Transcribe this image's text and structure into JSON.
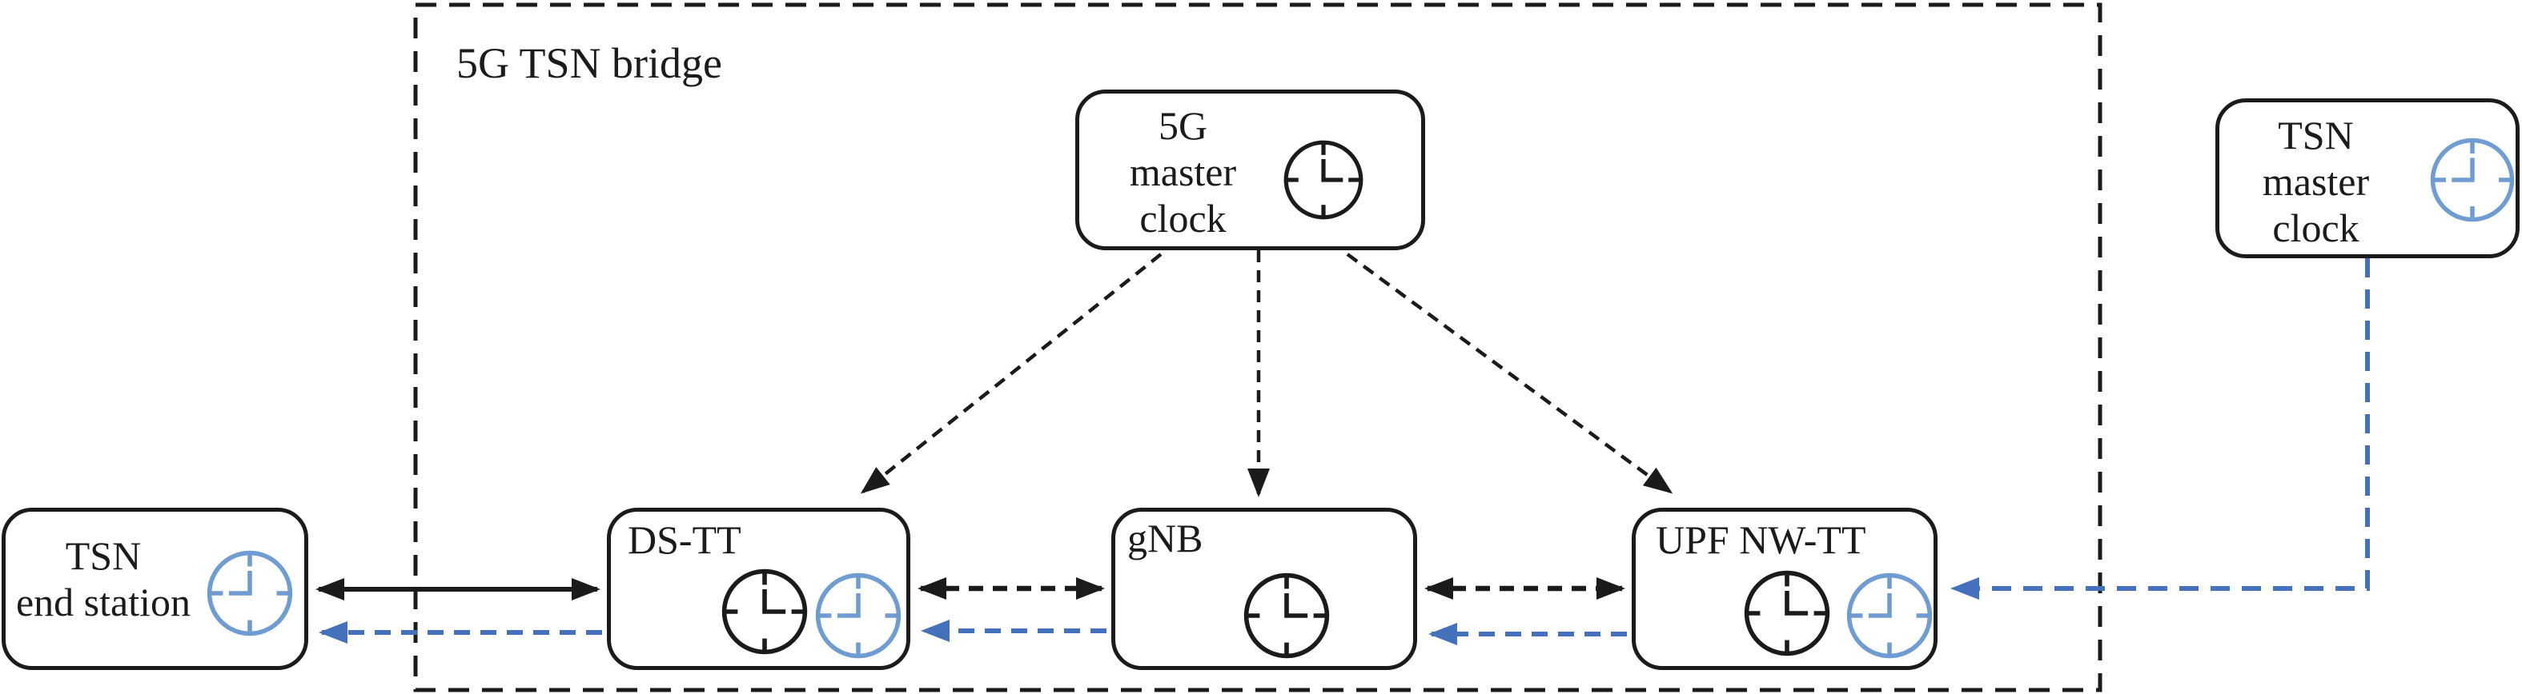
{
  "bridge": {
    "label": "5G TSN bridge"
  },
  "nodes": {
    "five_g_master_clock": {
      "label": "5G\nmaster\nclock",
      "clocks": [
        "black"
      ]
    },
    "tsn_master_clock": {
      "label": "TSN\nmaster\nclock",
      "clocks": [
        "blue"
      ]
    },
    "tsn_end_station": {
      "label": "TSN\nend station",
      "clocks": [
        "blue"
      ]
    },
    "ds_tt": {
      "label": "DS-TT",
      "clocks": [
        "black",
        "blue"
      ]
    },
    "gnb": {
      "label": "gNB",
      "clocks": [
        "black"
      ]
    },
    "upf_nw_tt": {
      "label": "UPF NW-TT",
      "clocks": [
        "black",
        "blue"
      ]
    }
  },
  "edges": [
    {
      "from": "5G master clock",
      "to": "DS-TT",
      "style": "dashed",
      "color": "black",
      "bidirectional": false
    },
    {
      "from": "5G master clock",
      "to": "gNB",
      "style": "dashed",
      "color": "black",
      "bidirectional": false
    },
    {
      "from": "5G master clock",
      "to": "UPF NW-TT",
      "style": "dashed",
      "color": "black",
      "bidirectional": false
    },
    {
      "from": "TSN end station",
      "to": "DS-TT",
      "style": "solid",
      "color": "black",
      "bidirectional": true
    },
    {
      "from": "DS-TT",
      "to": "gNB",
      "style": "dashed",
      "color": "black",
      "bidirectional": true
    },
    {
      "from": "gNB",
      "to": "UPF NW-TT",
      "style": "dashed",
      "color": "black",
      "bidirectional": true
    },
    {
      "from": "DS-TT",
      "to": "TSN end station",
      "style": "dashed",
      "color": "blue",
      "bidirectional": false
    },
    {
      "from": "gNB",
      "to": "DS-TT",
      "style": "dashed",
      "color": "blue",
      "bidirectional": false
    },
    {
      "from": "UPF NW-TT",
      "to": "gNB",
      "style": "dashed",
      "color": "blue",
      "bidirectional": false
    },
    {
      "from": "TSN master clock",
      "to": "UPF NW-TT",
      "style": "dashed",
      "color": "blue",
      "bidirectional": false
    }
  ],
  "icons": {
    "black_clock": "clock-icon-black",
    "blue_clock": "clock-icon-blue"
  },
  "colors": {
    "ink": "#1b1b1b",
    "arrow_blue": "#4470bc",
    "clock_blue": "#6f9cd2"
  }
}
